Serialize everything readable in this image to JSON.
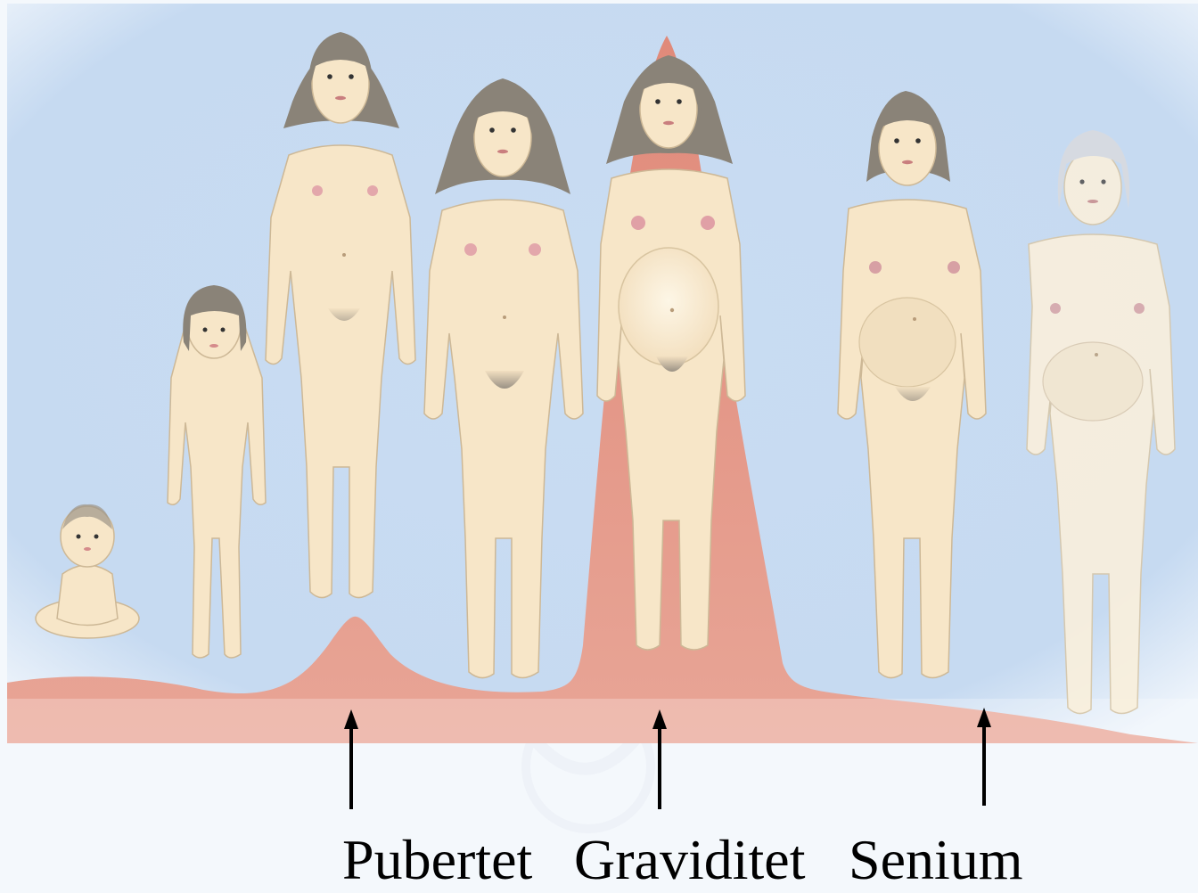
{
  "labels": {
    "pubertet": "Pubertet",
    "graviditet": "Graviditet",
    "senium": "Senium"
  },
  "colors": {
    "background": "#c9dcf2",
    "hormone_curve": "#d98a7c",
    "skin": "#f7e6c8",
    "hair": "#8a8378"
  },
  "figures": [
    "baby",
    "child",
    "adolescent",
    "adult",
    "pregnant",
    "middle-aged",
    "elderly"
  ]
}
